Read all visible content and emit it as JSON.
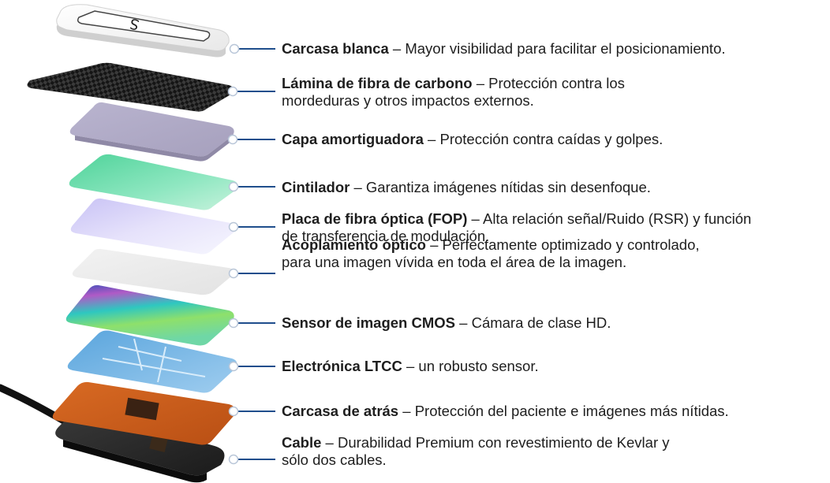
{
  "labels": [
    {
      "title": "Carcasa blanca",
      "desc": "Mayor visibilidad para facilitar el posicionamiento."
    },
    {
      "title": "Lámina de fibra de carbono",
      "desc": "Protección contra los",
      "desc2": "mordeduras y otros impactos externos."
    },
    {
      "title": "Capa amortiguadora",
      "desc": "Protección contra caídas y golpes."
    },
    {
      "title": "Cintilador",
      "desc": "Garantiza imágenes nítidas sin desenfoque."
    },
    {
      "title": "Placa de fibra óptica (FOP)",
      "desc": "Alta relación señal/Ruido (RSR) y función",
      "desc2": "de transferencia de modulación."
    },
    {
      "title": "Acoplamiento óptico",
      "desc": "Perfectamente optimizado y controlado,",
      "desc2": "para una imagen vívida en toda el área de la imagen."
    },
    {
      "title": "Sensor de imagen CMOS",
      "desc": "Cámara de clase HD."
    },
    {
      "title": "Electrónica LTCC",
      "desc": "un robusto sensor."
    },
    {
      "title": "Carcasa de atrás",
      "desc": "Protección del paciente e imágenes más nítidas."
    },
    {
      "title": "Cable",
      "desc": "Durabilidad Premium con revestimiento de Kevlar y",
      "desc2": "sólo dos cables."
    }
  ],
  "sep": " – ",
  "colors": {
    "leader": "#1f4e8c",
    "text": "#1e1e1e"
  }
}
